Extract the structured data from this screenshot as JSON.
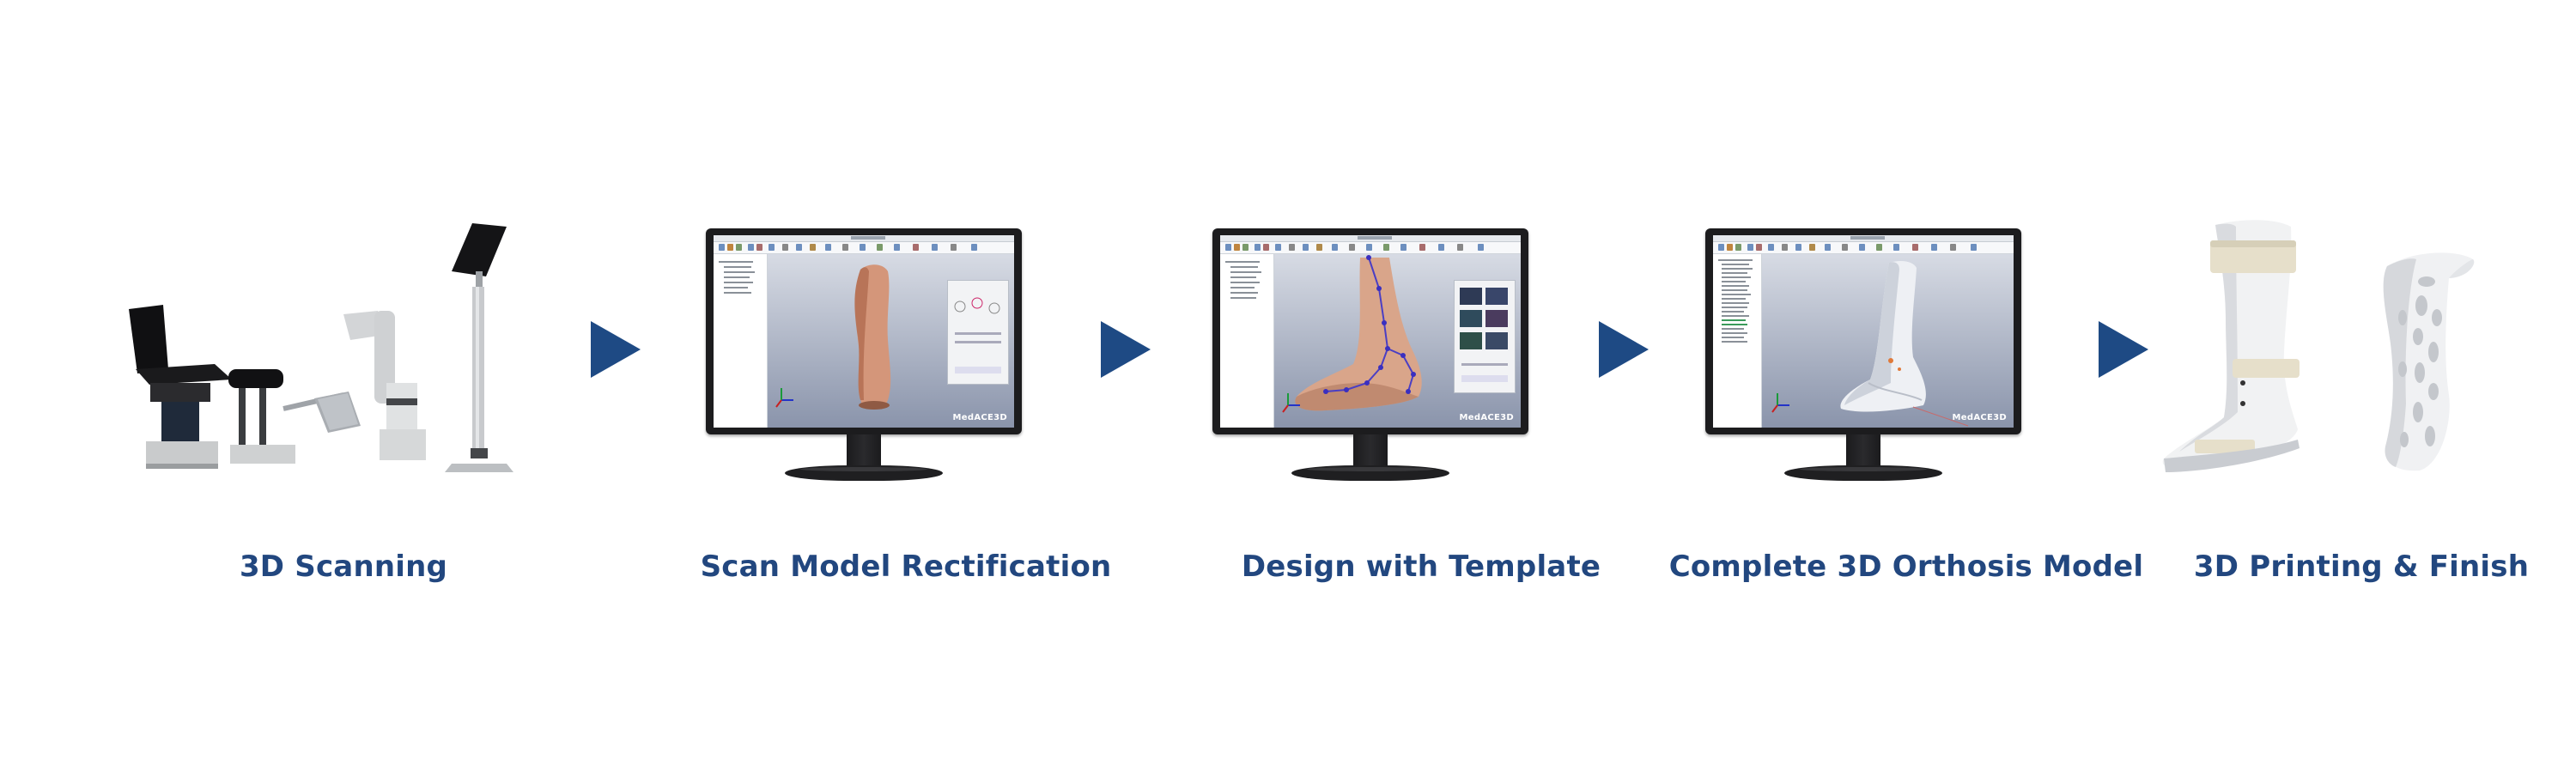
{
  "steps": [
    {
      "label": "3D Scanning"
    },
    {
      "label": "Scan Model Rectification"
    },
    {
      "label": "Design with Template"
    },
    {
      "label": "Complete 3D Orthosis Model"
    },
    {
      "label": "3D Printing & Finish"
    }
  ],
  "monitor_brand": "MedACE3D",
  "colors": {
    "label": "#22477f",
    "arrow": "#1e4a84",
    "monitor": "#1c1c1e",
    "viewport": "#9aa3b9"
  }
}
